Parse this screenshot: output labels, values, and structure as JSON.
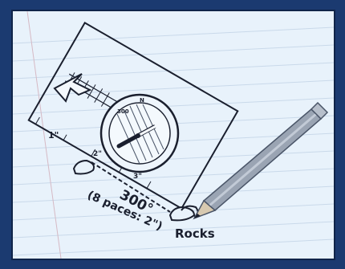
{
  "photo": {
    "alt": "Hand sketch of a compass on notebook paper with a pencil",
    "colors": {
      "frame": "#1b3a70",
      "paper": "#e8f2fb",
      "ink": "#1a1f2e",
      "pencil": "#9aa4b3"
    }
  },
  "labels": {
    "bearing": "300°",
    "paces": "(8 paces: 2\")",
    "rocks": "Rocks",
    "tick_1": "1\"",
    "tick_2": "2\"",
    "tick_3": "3\"",
    "bezel_300": "300",
    "north": "N"
  }
}
